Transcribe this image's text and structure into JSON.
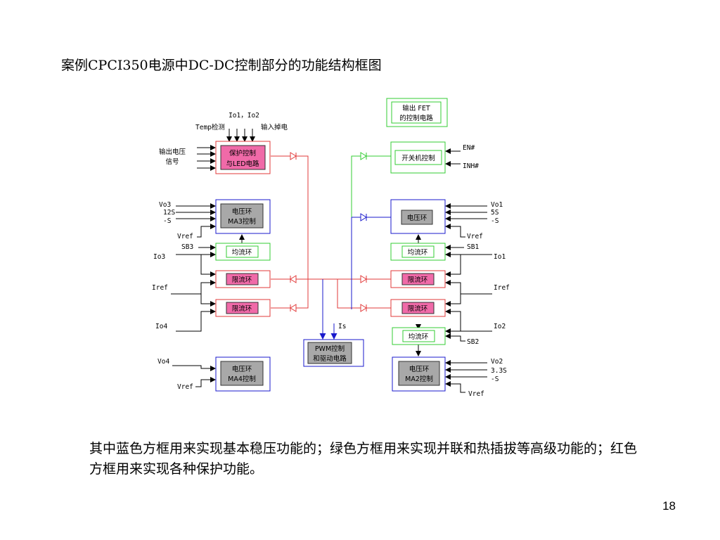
{
  "title": "案例CPCI350电源中DC-DC控制部分的功能结构框图",
  "caption": "其中蓝色方框用来实现基本稳压功能的；绿色方框用来实现并联和热插拔等高级功能的；红色方框用来实现各种保护功能。",
  "page_number": "18",
  "colors": {
    "red": "#e23a3a",
    "green": "#33cc33",
    "blue": "#1a1acc",
    "pink_fill": "#f06aa8",
    "gray_fill": "#a8a8a8",
    "green_fill": "#ffffff"
  },
  "blocks": {
    "protect_line1": "保护控制",
    "protect_line2": "与LED电路",
    "ma3_line1": "电压环",
    "ma3_line2": "MA3控制",
    "cs_left": "均流环",
    "limit_left_1": "限流环",
    "limit_left_2": "限流环",
    "ma4_line1": "电压环",
    "ma4_line2": "MA4控制",
    "fet_line1": "输出 FET",
    "fet_line2": "的控制电路",
    "onoff": "开关机控制",
    "vloop_right": "电压环",
    "cs_right_1": "均流环",
    "limit_right_1": "限流环",
    "limit_right_2": "限流环",
    "cs_right_2": "均流环",
    "ma2_line1": "电压环",
    "ma2_line2": "MA2控制",
    "pwm_line1": "PWM控制",
    "pwm_line2": "和驱动电路"
  },
  "labels": {
    "io12": "Io1，Io2",
    "temp": "Temp检测",
    "input_drop": "输入掉电",
    "outv_line1": "输出电压",
    "outv_line2": "信号",
    "vo3": "Vo3",
    "s12": "12S",
    "minus_s_left": "-S",
    "vref_left_top": "Vref",
    "sb3": "SB3",
    "io3": "Io3",
    "iref_left": "Iref",
    "io4": "Io4",
    "vo4": "Vo4",
    "vref_left_bottom": "Vref",
    "en": "EN#",
    "inh": "INH#",
    "vo1": "Vo1",
    "s5": "5S",
    "minus_s_right": "-S",
    "vref_right": "Vref",
    "sb1": "SB1",
    "io1": "Io1",
    "iref_right": "Iref",
    "io2": "Io2",
    "sb2": "SB2",
    "vo2": "Vo2",
    "s33": "3.3S",
    "minus_s_right2": "-S",
    "vref_right_bottom": "Vref",
    "is": "Is"
  }
}
